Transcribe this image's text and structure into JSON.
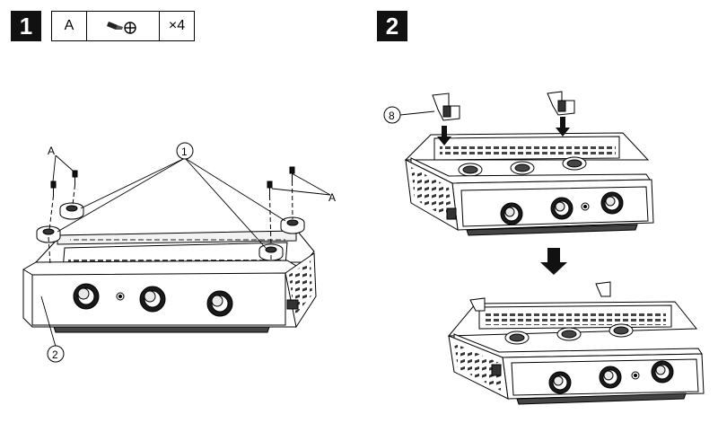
{
  "steps": [
    {
      "number": "1"
    },
    {
      "number": "2"
    }
  ],
  "parts_table": {
    "letter": "A",
    "screw_icon": "screw-icon",
    "quantity": "×4"
  },
  "callouts": {
    "screw_label_left": "A",
    "screw_label_right": "A",
    "mount_label": "1",
    "body_label": "2",
    "bracket_label": "8"
  }
}
